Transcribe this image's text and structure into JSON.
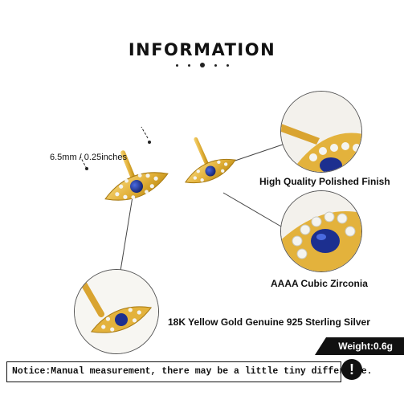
{
  "title": "INFORMATION",
  "dimension_label": "6.5mm / 0.25inches",
  "features": {
    "finish": "High Quality Polished Finish",
    "stone": "AAAA Cubic Zirconia",
    "material": "18K Yellow Gold Genuine 925 Sterling Silver"
  },
  "weight_label": "Weight:0.6g",
  "notice": "Notice:Manual measurement, there may be a little tiny difference.",
  "warning_symbol": "!",
  "colors": {
    "gold": "#e3b23c",
    "gold_dark": "#b8860b",
    "sapphire": "#1c2f8f",
    "zirconia": "#f4f4f0",
    "ink": "#111111"
  }
}
